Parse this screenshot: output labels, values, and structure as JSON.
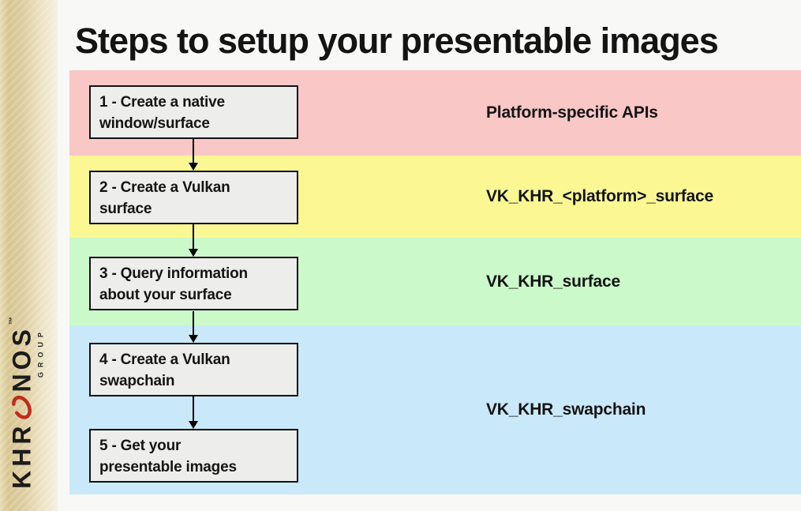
{
  "title": "Steps to setup your presentable images",
  "logo": {
    "word_start": "KHR",
    "word_end": "NOS",
    "trademark": "™",
    "subtext": "GROUP",
    "swoosh_icon": "khronos-o-swoosh"
  },
  "colors": {
    "band_pink": "#FAC7C7",
    "band_yellow": "#FBF894",
    "band_green": "#CBF9C9",
    "band_blue": "#C9E9FA",
    "box_fill": "#EDEDEB",
    "box_border": "#121212",
    "logo_red": "#C22A1C",
    "sidebar_tan": "#D8C692"
  },
  "bands": [
    {
      "label": "Platform-specific APIs"
    },
    {
      "label": "VK_KHR_<platform>_surface"
    },
    {
      "label": "VK_KHR_surface"
    },
    {
      "label": "VK_KHR_swapchain"
    }
  ],
  "steps": [
    {
      "line1": "1 - Create a native",
      "line2": "window/surface"
    },
    {
      "line1": "2 - Create a Vulkan",
      "line2": "surface"
    },
    {
      "line1": "3 - Query information",
      "line2": "about your surface"
    },
    {
      "line1": "4 - Create a Vulkan",
      "line2": "swapchain"
    },
    {
      "line1": "5 - Get your",
      "line2": "presentable images"
    }
  ]
}
